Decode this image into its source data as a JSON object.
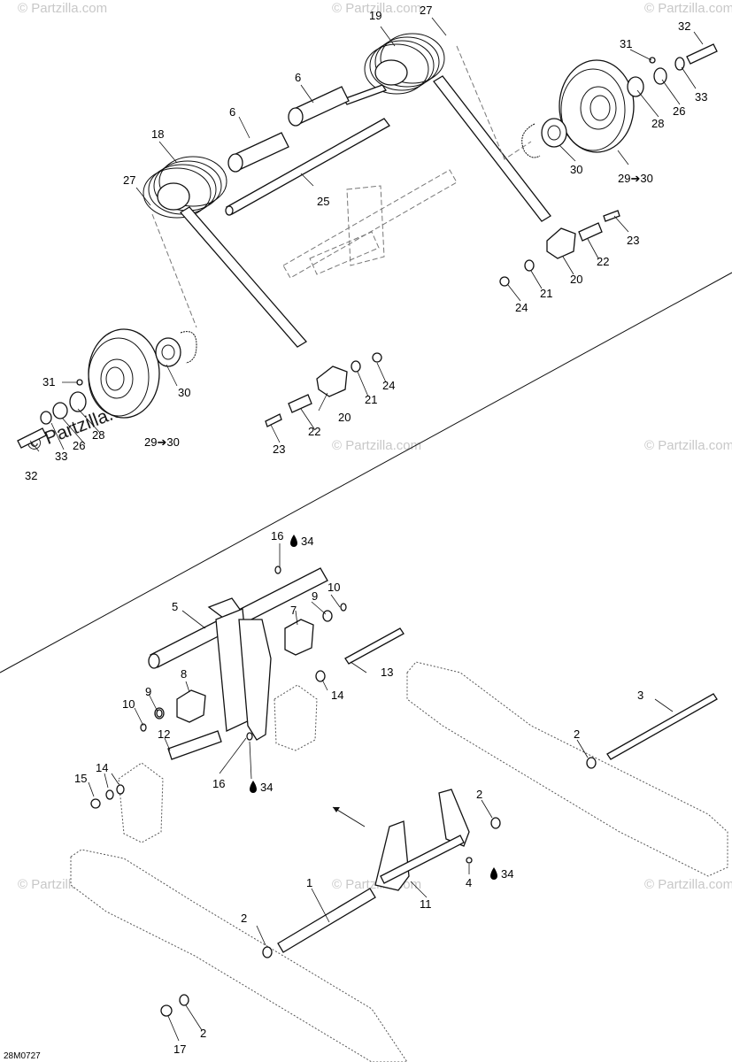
{
  "diagram": {
    "code": "28M0727",
    "watermark": "© Partzilla.com",
    "watermark_large": "© Partzilla.com",
    "callouts": {
      "c1": "1",
      "c2a": "2",
      "c2b": "2",
      "c2c": "2",
      "c2d": "2",
      "c3": "3",
      "c4": "4",
      "c5": "5",
      "c6a": "6",
      "c6b": "6",
      "c7": "7",
      "c8": "8",
      "c9a": "9",
      "c9b": "9",
      "c10a": "10",
      "c10b": "10",
      "c11": "11",
      "c12": "12",
      "c13": "13",
      "c14a": "14",
      "c14b": "14",
      "c15": "15",
      "c16a": "16",
      "c16b": "16",
      "c17": "17",
      "c18": "18",
      "c19": "19",
      "c20a": "20",
      "c20b": "20",
      "c21a": "21",
      "c21b": "21",
      "c22a": "22",
      "c22b": "22",
      "c23a": "23",
      "c23b": "23",
      "c24a": "24",
      "c24b": "24",
      "c25": "25",
      "c26a": "26",
      "c26b": "26",
      "c27a": "27",
      "c27b": "27",
      "c28a": "28",
      "c28b": "28",
      "c29a": "29➔30",
      "c29b": "29➔30",
      "c30a": "30",
      "c30b": "30",
      "c31a": "31",
      "c31b": "31",
      "c32a": "32",
      "c32b": "32",
      "c33a": "33",
      "c33b": "33",
      "c34a": "34",
      "c34b": "34",
      "c34c": "34"
    }
  }
}
